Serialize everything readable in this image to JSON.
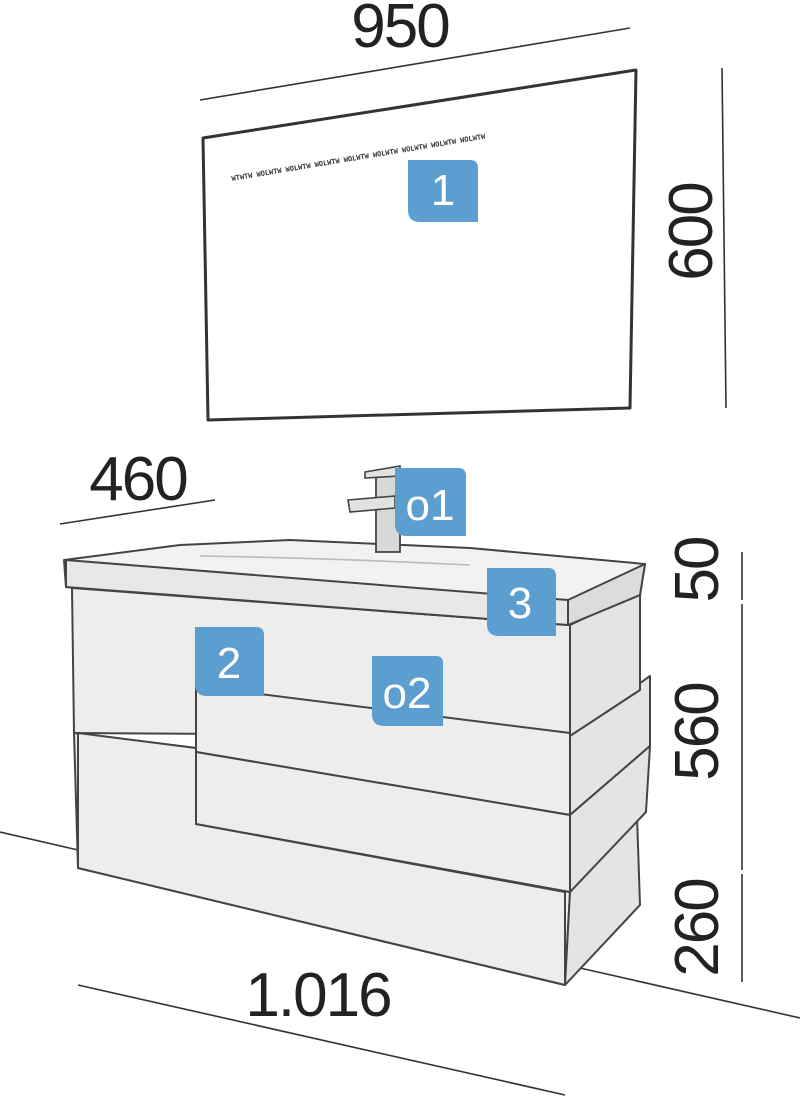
{
  "dimensions": {
    "mirror_width": "950",
    "mirror_height": "600",
    "depth": "460",
    "top_thickness": "50",
    "cabinet_height": "560",
    "plinth_height": "260",
    "total_width": "1.016"
  },
  "badges": {
    "mirror": "1",
    "cabinet": "2",
    "countertop": "3",
    "faucet": "o1",
    "handle": "o2"
  },
  "mirror_strip_text": "WTWTW WOLWTW WOLWTW WOLWTW WOLWTW WOLWTW WOLWTW WOLWTW WOLWTW",
  "colors": {
    "badge": "#5B9ECF",
    "outline": "#333333",
    "panel_fill": "#EDEDED",
    "background": "#FFFFFF"
  }
}
